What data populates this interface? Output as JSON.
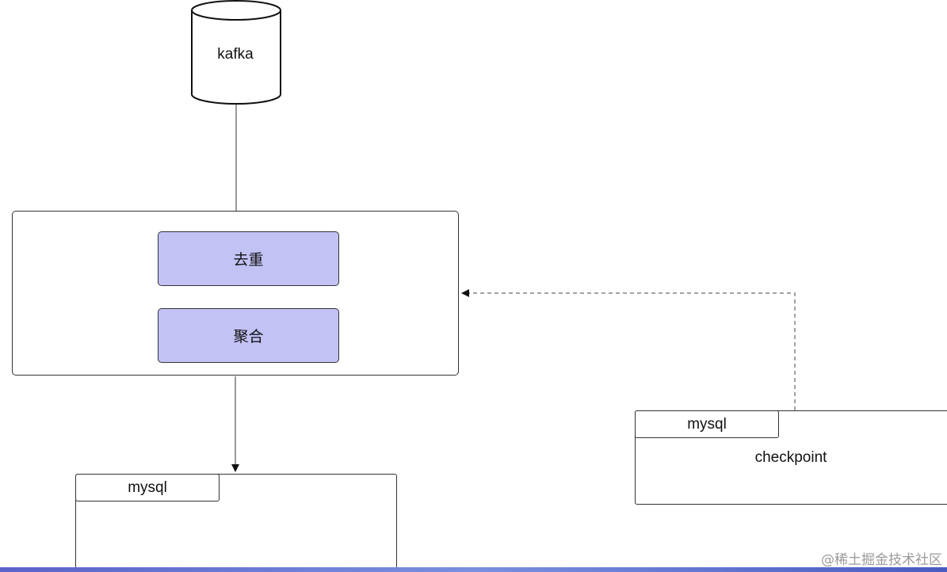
{
  "nodes": {
    "source": {
      "label": "kafka"
    },
    "processor": {
      "steps": [
        {
          "label": "去重"
        },
        {
          "label": "聚合"
        }
      ]
    },
    "sink": {
      "tab_label": "mysql",
      "content": ""
    },
    "checkpoint_store": {
      "tab_label": "mysql",
      "content": "checkpoint"
    }
  },
  "edges": [
    {
      "from": "source",
      "to": "processor",
      "style": "solid",
      "arrow": false
    },
    {
      "from": "processor",
      "to": "sink",
      "style": "solid",
      "arrow": true
    },
    {
      "from": "checkpoint_store",
      "to": "processor",
      "style": "dashed",
      "arrow": true
    }
  ],
  "watermark": "@稀土掘金技术社区",
  "colors": {
    "step_fill": "#c2c2f5",
    "stroke": "#333333",
    "bottom_bar": "#5a63c8"
  }
}
